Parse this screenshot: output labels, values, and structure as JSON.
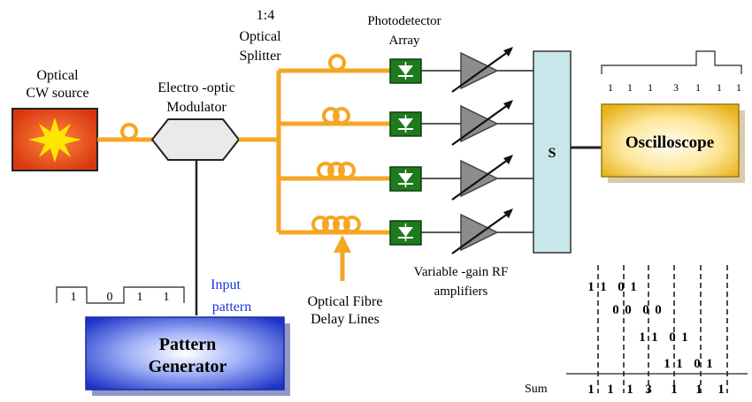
{
  "labels": {
    "source_line1": "Optical",
    "source_line2": "CW source",
    "modulator_line1": "Electro -optic",
    "modulator_line2": "Modulator",
    "splitter_ratio": "1:4",
    "splitter_line1": "Optical",
    "splitter_line2": "Splitter",
    "photodetector_line1": "Photodetector",
    "photodetector_line2": "Array",
    "amplifier_line1": "Variable -gain RF",
    "amplifier_line2": "amplifiers",
    "delay_line1": "Optical Fibre",
    "delay_line2": "Delay Lines",
    "input_line1": "Input",
    "input_line2": "pattern",
    "generator_line1": "Pattern",
    "generator_line2": "Generator",
    "sum_symbol": "S",
    "oscilloscope": "Oscilloscope",
    "sum_label": "Sum"
  },
  "input_pattern_bits": [
    "1",
    "0",
    "1",
    "1"
  ],
  "output_pulse_bits": [
    "1",
    "1",
    "1",
    "3",
    "1",
    "1",
    "1"
  ],
  "shifted_rows": [
    [
      "1",
      "1",
      "0",
      "1"
    ],
    [
      "0",
      "0",
      "0",
      "0"
    ],
    [
      "1",
      "1",
      "0",
      "1"
    ],
    [
      "1",
      "1",
      "0",
      "1"
    ]
  ],
  "sum_values": [
    "1",
    "1",
    "1",
    "3",
    "1",
    "1",
    "1"
  ],
  "colors": {
    "fibre": "#f5a623",
    "source_box": "#e2471a",
    "source_star": "#ffe600",
    "detector": "#1d7a1d",
    "amplifier": "#8c8c8c",
    "summer": "#c9e6ea",
    "oscilloscope": "#f7c52e",
    "generator": "#2a3fd0",
    "input_label": "#1a39d6"
  }
}
